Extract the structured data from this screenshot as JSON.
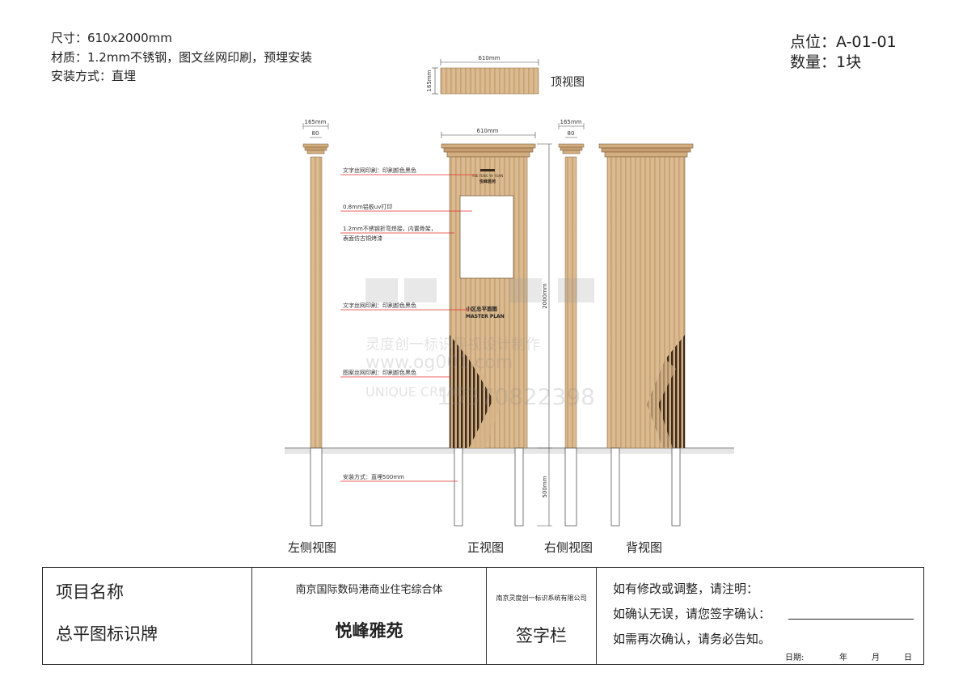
{
  "header": {
    "size": "尺寸：610x2000mm",
    "material": "材质：1.2mm不锈钢，图文丝网印刷，预埋安装",
    "install": "安装方式：直埋",
    "point": "点位：A-01-01",
    "quantity": "数量：1块"
  },
  "top_view": {
    "label": "顶视图",
    "width_dim": "610mm",
    "depth_dim": "165mm"
  },
  "dims": {
    "side_total": "165mm",
    "side_core": "80",
    "front_width": "610mm",
    "height_above": "2000mm",
    "height_below": "500mm"
  },
  "sign_text": {
    "brand_small": "悦峰雅苑",
    "brand_en": "YUE FENG YA YUAN",
    "plan_cn": "小区总平面图",
    "plan_en": "MASTER PLAN"
  },
  "annotations": [
    "文字丝网印刷：印刷颜色黑色",
    "0.8mm铝板uv打印",
    "1.2mm不锈钢折弯焊接，内置骨架，",
    "表面仿古铜烤漆",
    "文字丝网印刷：印刷颜色黑色",
    "图案丝网印刷：印刷颜色黑色",
    "安装方式：直埋500mm"
  ],
  "watermark": {
    "cn": "灵度创一标识导视设计制作",
    "url": "www.og001.com",
    "en": "UNIQUE  CREATE",
    "phone": "15370822398"
  },
  "view_labels": {
    "left": "左侧视图",
    "front": "正视图",
    "right": "右侧视图",
    "back": "背视图"
  },
  "title_block": {
    "project_name_label": "项目名称",
    "project_name_value": "总平图标识牌",
    "project_full": "南京国际数码港商业住宅综合体",
    "project_short": "悦峰雅苑",
    "company": "南京灵度创一标识系统有限公司",
    "signature_label": "签字栏",
    "note1": "如有修改或调整，请注明：",
    "note2": "如确认无误，请您签字确认：",
    "note3": "如需再次确认，请务必告知。",
    "date_label": "日期:",
    "year": "年",
    "month": "月",
    "day": "日"
  },
  "colors": {
    "bronze": "#d9b98d",
    "bronze_dark": "#c7a272",
    "stripe": "#3a2a1c",
    "line_red": "#e0312c"
  }
}
